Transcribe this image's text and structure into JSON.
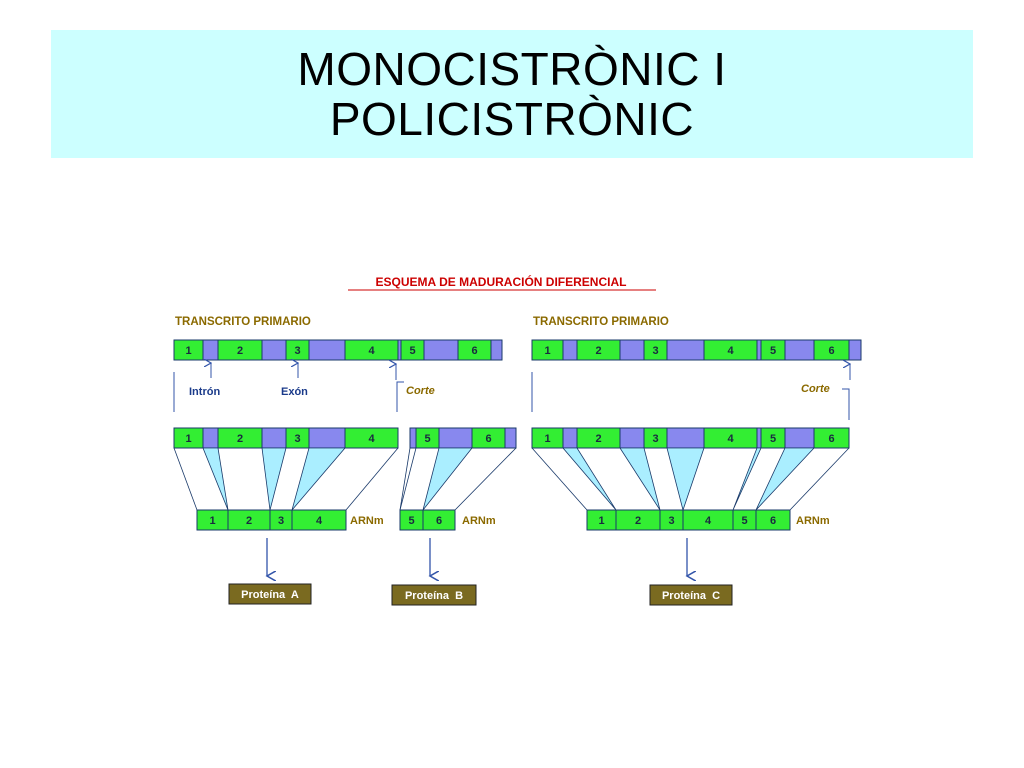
{
  "slide": {
    "title_line1": "MONOCISTRÒNIC I",
    "title_line2": "POLICISTRÒNIC"
  },
  "diagram": {
    "heading": "ESQUEMA DE MADURACIÓN DIFERENCIAL",
    "left": {
      "label": "TRANSCRITO PRIMARIO",
      "exons": [
        "1",
        "2",
        "3",
        "4",
        "5",
        "6"
      ],
      "intron_label": "Intrón",
      "exon_label": "Exón",
      "cut_label": "Corte",
      "mrna_a": [
        "1",
        "2",
        "3",
        "4"
      ],
      "mrna_b": [
        "5",
        "6"
      ],
      "mrna_label": "ARNm",
      "protein_a": "Proteína  A",
      "protein_b": "Proteína  B"
    },
    "right": {
      "label": "TRANSCRITO PRIMARIO",
      "exons": [
        "1",
        "2",
        "3",
        "4",
        "5",
        "6"
      ],
      "cut_label": "Corte",
      "mrna": [
        "1",
        "2",
        "3",
        "4",
        "5",
        "6"
      ],
      "mrna_label": "ARNm",
      "protein_c": "Proteína  C"
    },
    "colors": {
      "exon": "#33ee33",
      "intron": "#8888ee",
      "link": "#aaeeff",
      "heading": "#cc0000",
      "label": "#8b6a00",
      "arrow": "#3355aa",
      "protein_bg": "#7a6a20"
    }
  }
}
